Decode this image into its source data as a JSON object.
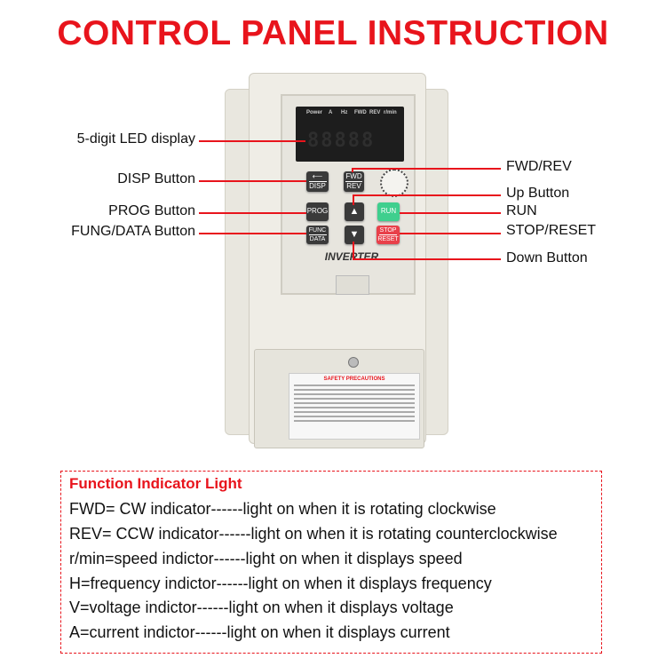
{
  "title": "CONTROL PANEL INSTRUCTION",
  "device": {
    "indicators": [
      "Power",
      "A",
      "Hz",
      "FWD",
      "REV",
      "r/min"
    ],
    "display_digits": "88888",
    "buttons": {
      "disp": "DISP",
      "fwd": "FWD",
      "rev": "REV",
      "prog": "PROG",
      "run": "RUN",
      "func": "FUNC",
      "data": "DATA",
      "stop": "STOP",
      "reset": "RESET"
    },
    "brand": "INVERTER",
    "safety_title": "SAFETY PRECAUTIONS",
    "colors": {
      "run": "#3fcf8e",
      "stop": "#e8404a",
      "accent": "#e8141c"
    }
  },
  "callouts": {
    "left": [
      "5-digit LED display",
      "DISP Button",
      "PROG Button",
      "FUNG/DATA Button"
    ],
    "right": [
      "FWD/REV",
      "Up Button",
      "RUN",
      "STOP/RESET",
      "Down Button"
    ]
  },
  "function_box": {
    "title": "Function Indicator Light",
    "lines": [
      "FWD= CW indicator------light on when it is rotating clockwise",
      "REV= CCW indicator------light on when it is rotating counterclockwise",
      "r/min=speed indictor------light on when it displays speed",
      "H=frequency indictor------light on when it displays frequency",
      "V=voltage indictor------light on when it displays voltage",
      "A=current indictor------light on when it displays current"
    ]
  }
}
